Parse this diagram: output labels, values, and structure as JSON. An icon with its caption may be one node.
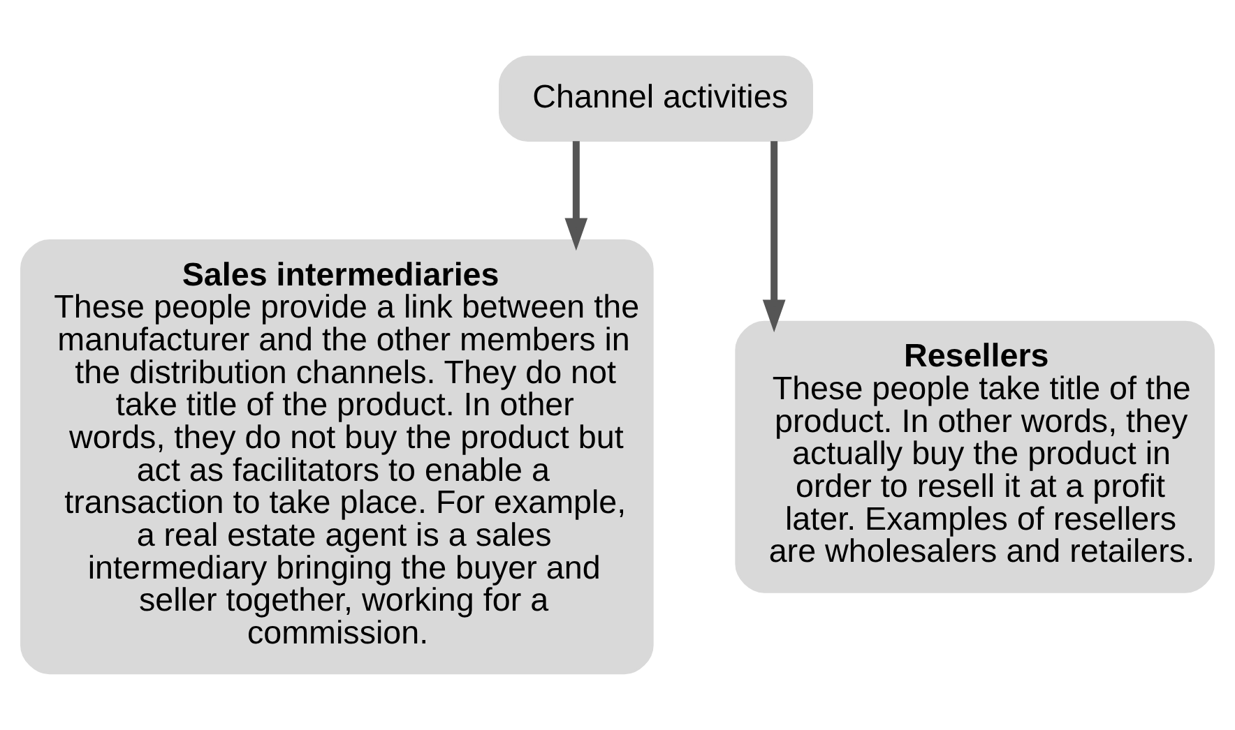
{
  "diagram": {
    "nodes": [
      {
        "text": [
          "Channel activities"
        ]
      },
      {
        "text": [
          "Sales intermediaries",
          "These people provide a link between the manufacturer and the other members in the distribution channels. They do not take title of the product. In other words, they do not buy the product but act as facilitators to enable a transaction to take place. For example, a real estate agent is a sales intermediary bringing the buyer and seller together, working for a commission."
        ]
      },
      {
        "text": [
          "Resellers",
          "These people take title of the product. In other words, they actually buy the product in order to resell it at a profit later. Examples of resellers are wholesalers and retailers."
        ]
      }
    ],
    "edges": [
      {
        "from": 0,
        "to": 1,
        "arrow": "to"
      },
      {
        "from": 0,
        "to": 2,
        "arrow": "to"
      }
    ]
  }
}
